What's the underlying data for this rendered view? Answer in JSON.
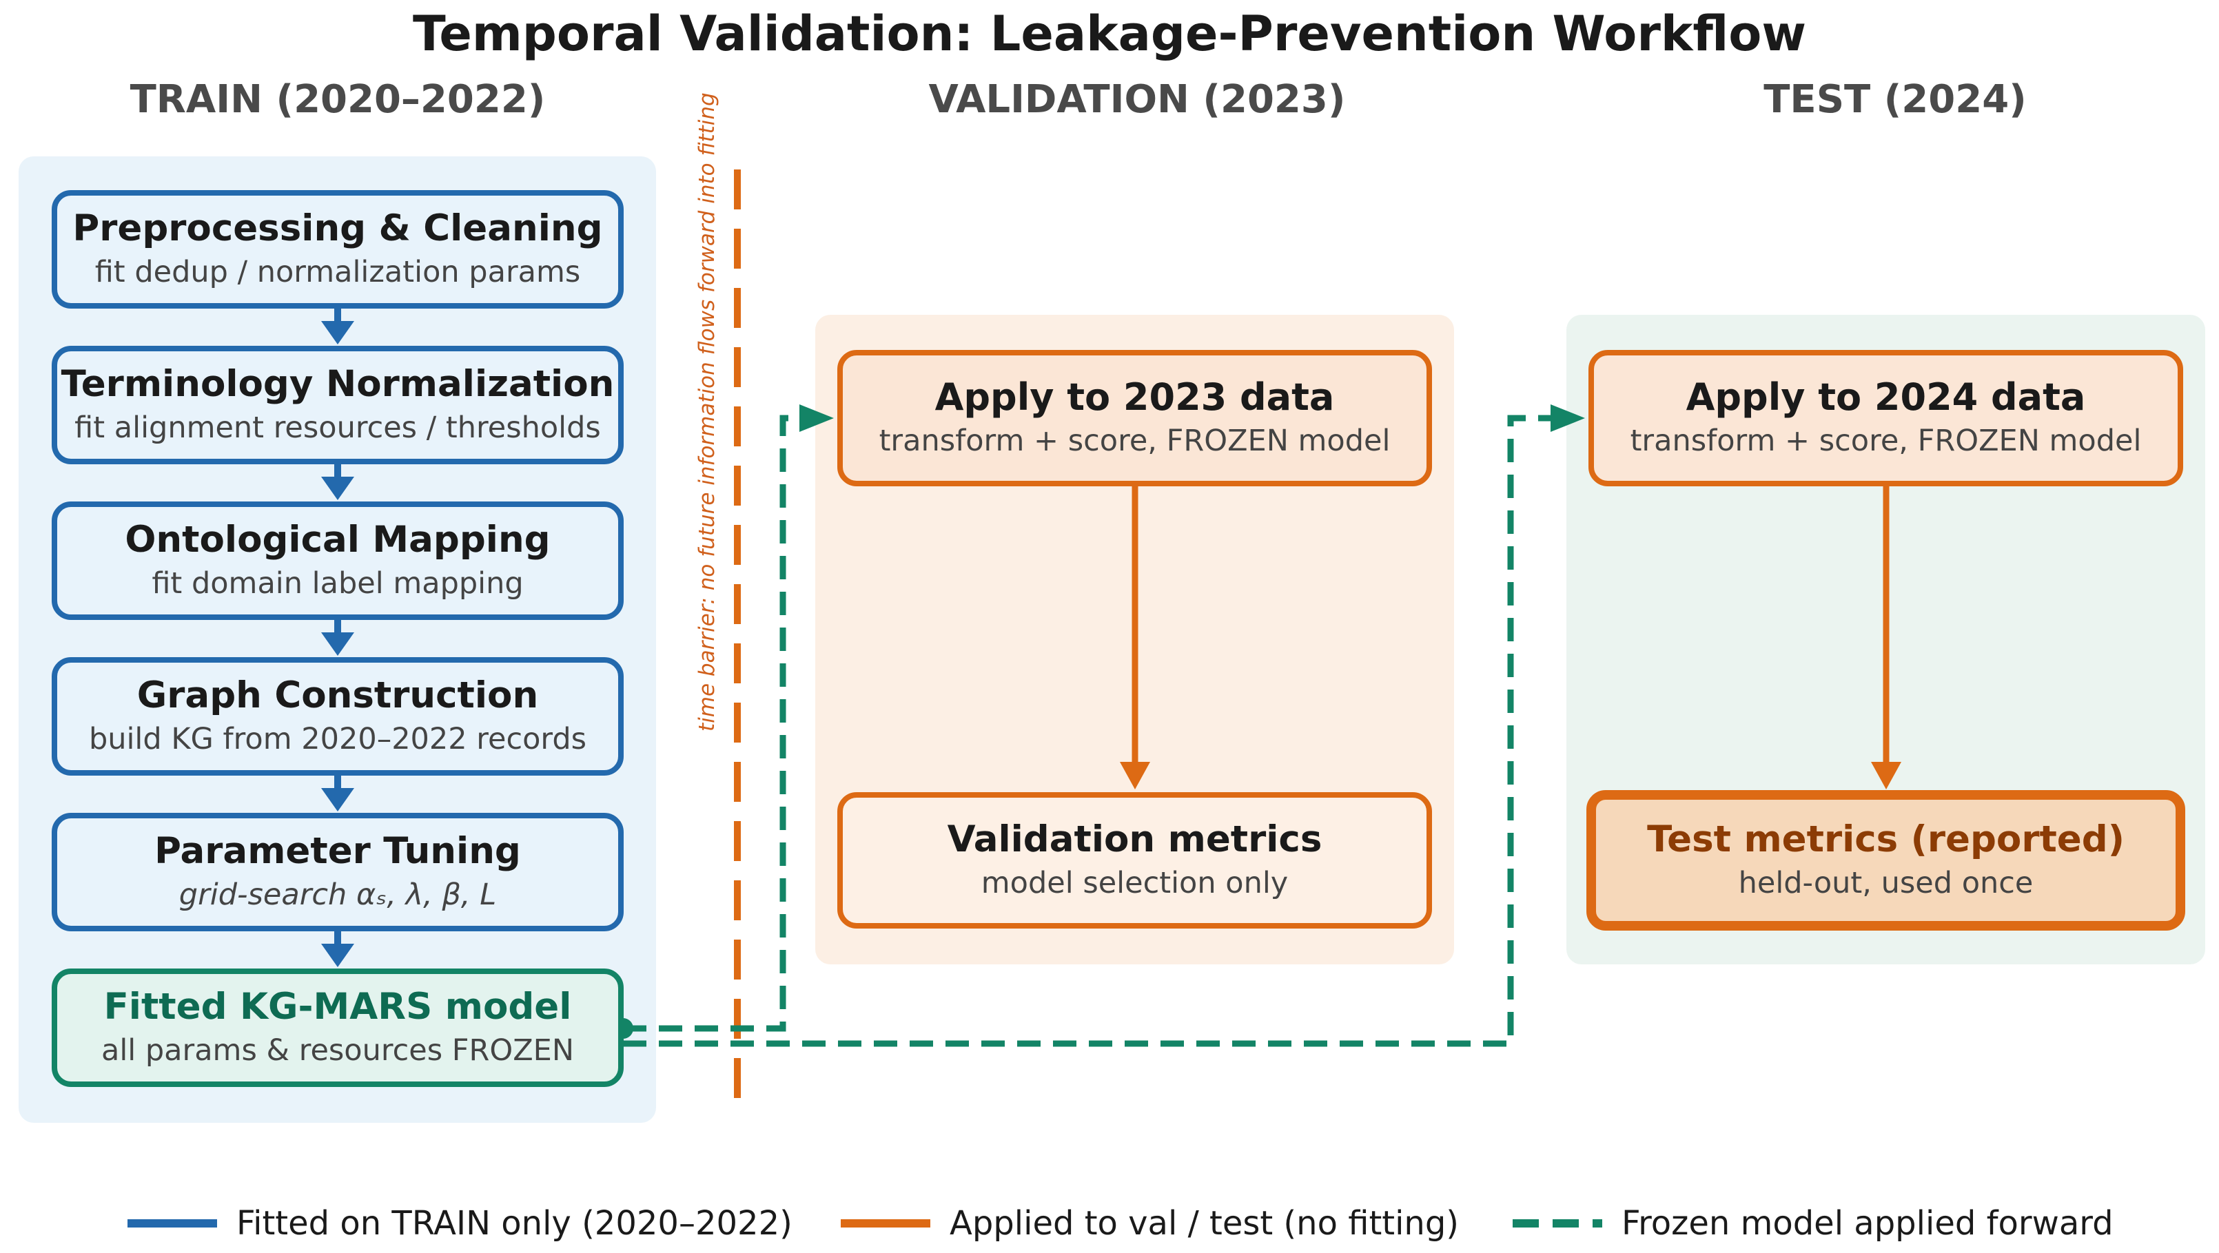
{
  "title": "Temporal Validation: Leakage-Prevention Workflow",
  "columns": {
    "train": "TRAIN  (2020–2022)",
    "validation": "VALIDATION  (2023)",
    "test": "TEST  (2024)"
  },
  "train_steps": [
    {
      "title": "Preprocessing & Cleaning",
      "subtitle": "fit dedup / normalization params"
    },
    {
      "title": "Terminology Normalization",
      "subtitle": "fit alignment resources / thresholds"
    },
    {
      "title": "Ontological Mapping",
      "subtitle": "fit domain label mapping"
    },
    {
      "title": "Graph Construction",
      "subtitle": "build KG from 2020–2022 records"
    },
    {
      "title": "Parameter Tuning",
      "subtitle": "grid-search αₛ, λ, β, L"
    },
    {
      "title": "Fitted KG-MARS model",
      "subtitle": "all params & resources FROZEN"
    }
  ],
  "barrier_label": "time barrier: no future information flows forward into fitting",
  "validation": {
    "apply_title": "Apply to 2023 data",
    "apply_subtitle": "transform + score, FROZEN model",
    "metrics_title": "Validation metrics",
    "metrics_subtitle": "model selection only"
  },
  "test": {
    "apply_title": "Apply to 2024 data",
    "apply_subtitle": "transform + score, FROZEN model",
    "metrics_title": "Test metrics (reported)",
    "metrics_subtitle": "held-out, used once"
  },
  "legend": [
    {
      "label": "Fitted on TRAIN only (2020–2022)",
      "color": "#2369ad",
      "style": "solid"
    },
    {
      "label": "Applied to val / test (no fitting)",
      "color": "#dd6a14",
      "style": "solid"
    },
    {
      "label": "Frozen model applied forward",
      "color": "#138466",
      "style": "dashed"
    }
  ],
  "colors": {
    "train": "#2369ad",
    "apply": "#dd6a14",
    "frozen": "#138466"
  }
}
